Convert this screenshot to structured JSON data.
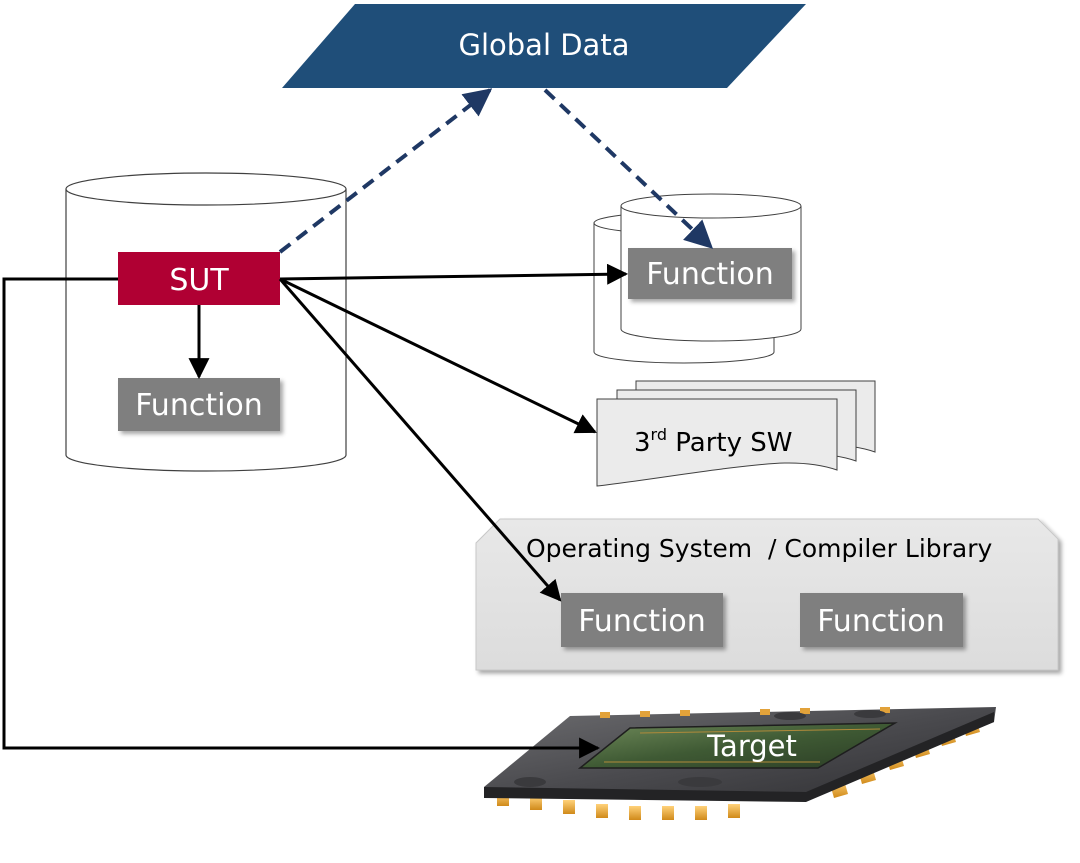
{
  "global_data": {
    "label": "Global Data"
  },
  "sut": {
    "label": "SUT"
  },
  "local_function": {
    "label": "Function"
  },
  "external_function": {
    "label": "Function"
  },
  "third_party": {
    "label_main": "3",
    "label_sup": "rd",
    "label_rest": " Party SW"
  },
  "os_library": {
    "title": "Operating System  / Compiler Library",
    "function_1": "Function",
    "function_2": "Function"
  },
  "target": {
    "label": "Target"
  },
  "colors": {
    "global_data": "#1f4e79",
    "sut": "#b00033",
    "function_box": "#7f7f7f",
    "os_panel": "#e3e3e3",
    "dashed_arrow": "#1f3864",
    "solid_arrow": "#000000"
  }
}
